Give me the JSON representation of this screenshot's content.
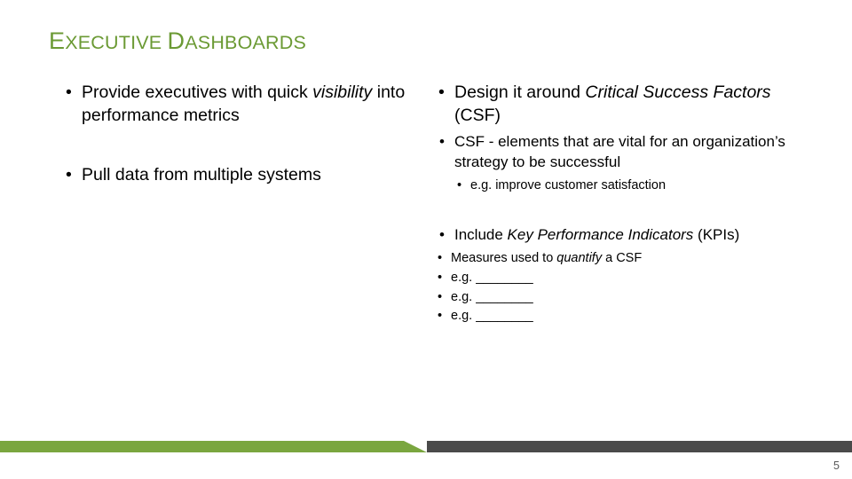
{
  "slide": {
    "title": {
      "word1_first": "E",
      "word1_rest": "XECUTIVE",
      "space": " ",
      "word2_first": "D",
      "word2_rest": "ASHBOARDS"
    },
    "left_column": {
      "bullets": [
        {
          "pre": "Provide executives with quick ",
          "italic": "visibility",
          "post": " into performance metrics"
        },
        {
          "pre": "Pull data from multiple systems",
          "italic": "",
          "post": ""
        }
      ]
    },
    "right_column": {
      "bullet1": {
        "pre": "Design it around ",
        "italic": "Critical Success Factors",
        "post": " (CSF)"
      },
      "sub1": "CSF - elements that are vital for an organization’s strategy to be successful",
      "sub1_eg": "e.g. improve customer satisfaction",
      "bullet2": {
        "pre": "Include ",
        "italic": "Key Performance Indicators",
        "post": " (KPIs)"
      },
      "sub2_items": [
        {
          "pre": "Measures used to ",
          "italic": "quantify",
          "post": " a CSF"
        },
        {
          "pre": "e.g. ________",
          "italic": "",
          "post": ""
        },
        {
          "pre": "e.g. ________",
          "italic": "",
          "post": ""
        },
        {
          "pre": "e.g. ________",
          "italic": "",
          "post": ""
        }
      ]
    },
    "footer": {
      "page_number": "5",
      "accent_green": "#7aa63f",
      "accent_gray": "#4a4a4a",
      "title_color": "#6b9a34"
    }
  }
}
